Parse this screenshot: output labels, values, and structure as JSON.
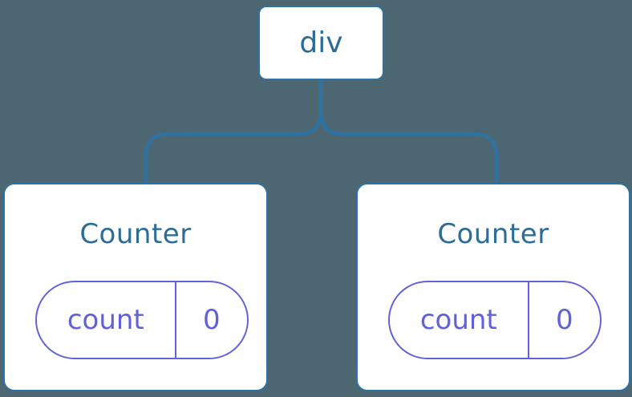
{
  "diagram": {
    "title": "component-tree",
    "colors": {
      "background": "#4d6772",
      "line": "#2e72a3",
      "node_border": "#2e72a3",
      "node_text": "#2d6c97",
      "state_border": "#6363d9",
      "state_text": "#6060d8",
      "card_background": "#ffffff"
    },
    "root": {
      "label": "div"
    },
    "children": [
      {
        "label": "Counter",
        "state": {
          "key": "count",
          "value": "0"
        }
      },
      {
        "label": "Counter",
        "state": {
          "key": "count",
          "value": "0"
        }
      }
    ]
  }
}
